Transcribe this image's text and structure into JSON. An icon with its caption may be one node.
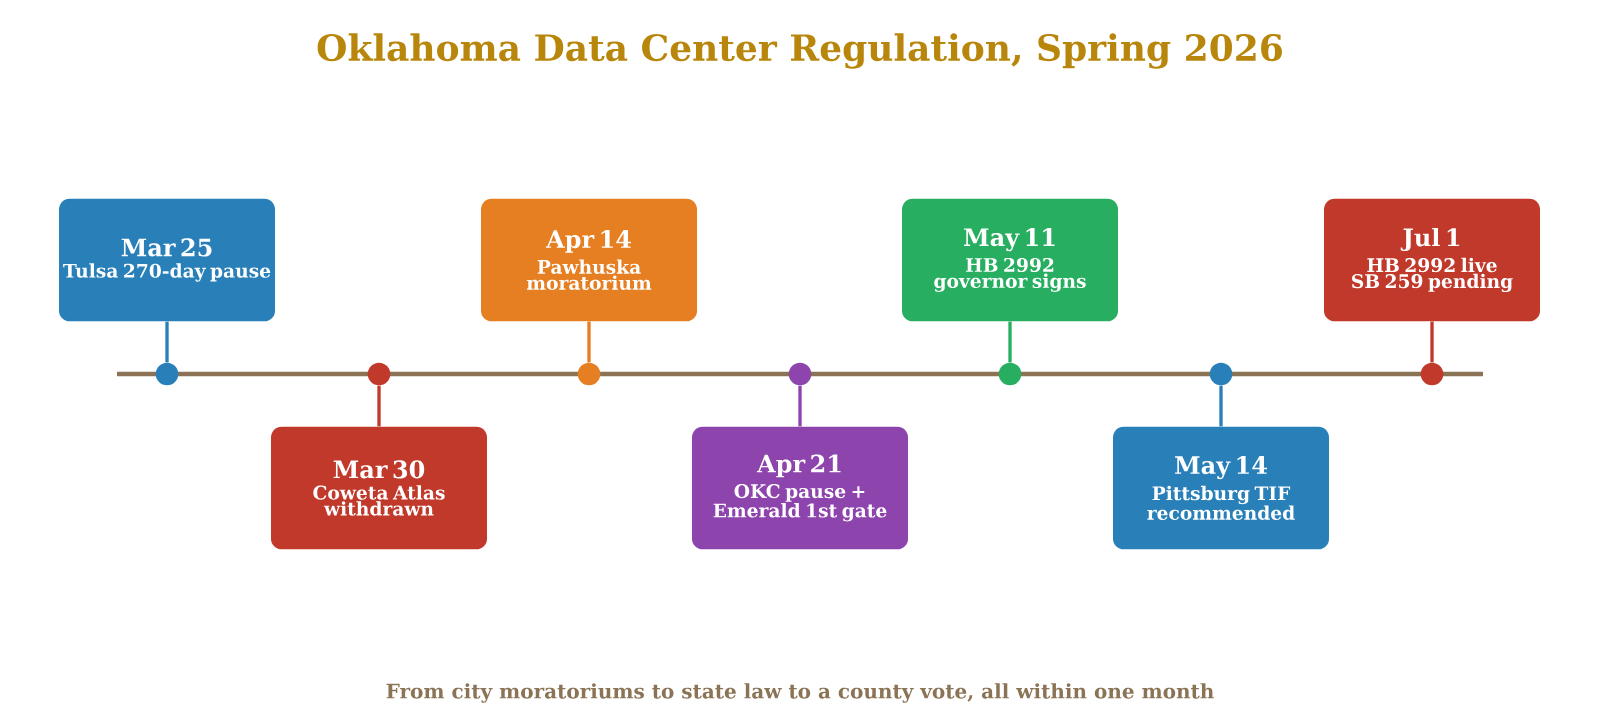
{
  "diagram": {
    "title": "Oklahoma Data Center Regulation, Spring 2026",
    "nodes": [
      {
        "text": [
          "Mar 25",
          "Tulsa 270-day pause"
        ]
      },
      {
        "text": [
          "Mar 30",
          "Coweta Atlas withdrawn"
        ]
      },
      {
        "text": [
          "Apr 14",
          "Pawhuska moratorium"
        ]
      },
      {
        "text": [
          "Apr 21",
          "OKC pause + Emerald 1st gate"
        ]
      },
      {
        "text": [
          "May 11",
          "HB 2992 governor signs"
        ]
      },
      {
        "text": [
          "May 14",
          "Pittsburg TIF recommended"
        ]
      },
      {
        "text": [
          "Jul 1",
          "HB 2992 live SB 259 pending"
        ]
      },
      {
        "text": [],
        "shape": "circle"
      },
      {
        "text": [],
        "shape": "circle"
      },
      {
        "text": [],
        "shape": "circle"
      },
      {
        "text": [],
        "shape": "circle"
      },
      {
        "text": [],
        "shape": "circle"
      },
      {
        "text": [],
        "shape": "circle"
      },
      {
        "text": [],
        "shape": "circle"
      }
    ],
    "edges": [
      {
        "from": 0,
        "to": 7,
        "arrow": "none",
        "color": "#2980b9"
      },
      {
        "from": 1,
        "to": 8,
        "arrow": "none",
        "color": "#c0392b"
      },
      {
        "from": 2,
        "to": 9,
        "arrow": "none",
        "color": "#e67e22"
      },
      {
        "from": 3,
        "to": 10,
        "arrow": "none",
        "color": "#8e44ad"
      },
      {
        "from": 4,
        "to": 11,
        "arrow": "none",
        "color": "#27ae60"
      },
      {
        "from": 5,
        "to": 12,
        "arrow": "none",
        "color": "#2980b9"
      },
      {
        "from": 6,
        "to": 13,
        "arrow": "none",
        "color": "#c0392b"
      }
    ],
    "caption": "From city moratoriums to state law to a county vote, all within one month"
  }
}
